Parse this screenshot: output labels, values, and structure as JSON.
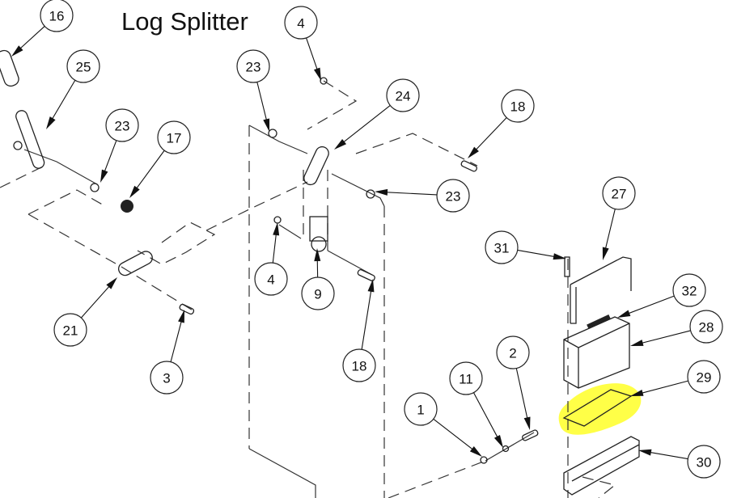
{
  "title": "Log Splitter",
  "highlight_color": "#ffff33",
  "balloons": [
    {
      "id": "b16",
      "label": "16"
    },
    {
      "id": "b25",
      "label": "25"
    },
    {
      "id": "b23a",
      "label": "23"
    },
    {
      "id": "b17",
      "label": "17"
    },
    {
      "id": "b4a",
      "label": "4"
    },
    {
      "id": "b23b",
      "label": "23"
    },
    {
      "id": "b24",
      "label": "24"
    },
    {
      "id": "b18a",
      "label": "18"
    },
    {
      "id": "b23c",
      "label": "23"
    },
    {
      "id": "b4b",
      "label": "4"
    },
    {
      "id": "b9",
      "label": "9"
    },
    {
      "id": "b18b",
      "label": "18"
    },
    {
      "id": "b21",
      "label": "21"
    },
    {
      "id": "b3",
      "label": "3"
    },
    {
      "id": "b27",
      "label": "27"
    },
    {
      "id": "b31",
      "label": "31"
    },
    {
      "id": "b32",
      "label": "32"
    },
    {
      "id": "b28",
      "label": "28"
    },
    {
      "id": "b29",
      "label": "29"
    },
    {
      "id": "b2",
      "label": "2"
    },
    {
      "id": "b11",
      "label": "11"
    },
    {
      "id": "b1",
      "label": "1"
    },
    {
      "id": "b30",
      "label": "30"
    }
  ]
}
